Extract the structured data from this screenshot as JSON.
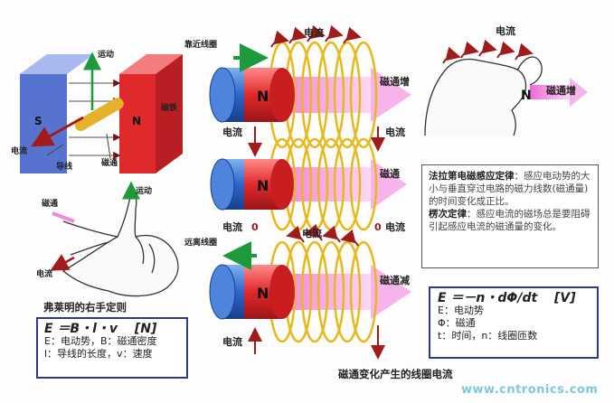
{
  "top_left": {
    "motion": "运动",
    "magnet": "磁铁",
    "s": "S",
    "n": "N",
    "current": "电流",
    "wire": "导线",
    "flux": "磁通"
  },
  "hand_rule": {
    "motion": "运动",
    "flux": "磁通",
    "current": "电流",
    "title": "弗莱明的右手定则"
  },
  "formula_left": {
    "line1": "E ＝B・l・v　 [N]",
    "line2": "E：电动势，B：磁通密度",
    "line3": "l：导线的长度，v：速度"
  },
  "coil1": {
    "approach": "靠近线圈",
    "n": "N",
    "current_top": "电流",
    "current_left": "电流",
    "current_right": "电流",
    "flux": "磁通增"
  },
  "coil2": {
    "n": "N",
    "flux": "磁通",
    "current_left": "电流",
    "current_right": "电流",
    "zero_left": "0",
    "zero_right": "0"
  },
  "coil3": {
    "away": "远离线圈",
    "n": "N",
    "current_top": "电流",
    "current_bottom": "电流",
    "flux": "磁通减"
  },
  "hand_right": {
    "current": "电流",
    "n": "N",
    "flux": "磁通增"
  },
  "law_box": {
    "title1": "法拉第电磁感应定律",
    "text1": "：感应电动势的大小与垂直穿过电路的磁力线数(磁通量)的时间变化成正比。",
    "title2": "楞次定律",
    "text2": "：感应电流的磁场总是要阻碍引起感应电流的磁通量的变化。"
  },
  "formula_right": {
    "line1": "E ＝－n・dΦ/dt　 [V]",
    "line2": "E：电动势",
    "line3": "Φ：磁通",
    "line4": "t：时间，n：线圈匝数"
  },
  "caption": "磁通变化产生的线圈电流",
  "watermark": "www.cntronics.com",
  "colors": {
    "magnet_red": "#e0292b",
    "magnet_blue": "#2f64c8",
    "coil": "#e8b81a",
    "arrow_red": "#a01c1c",
    "arrow_green": "#1e9a3c",
    "flux_pink": "#ee88d8"
  }
}
